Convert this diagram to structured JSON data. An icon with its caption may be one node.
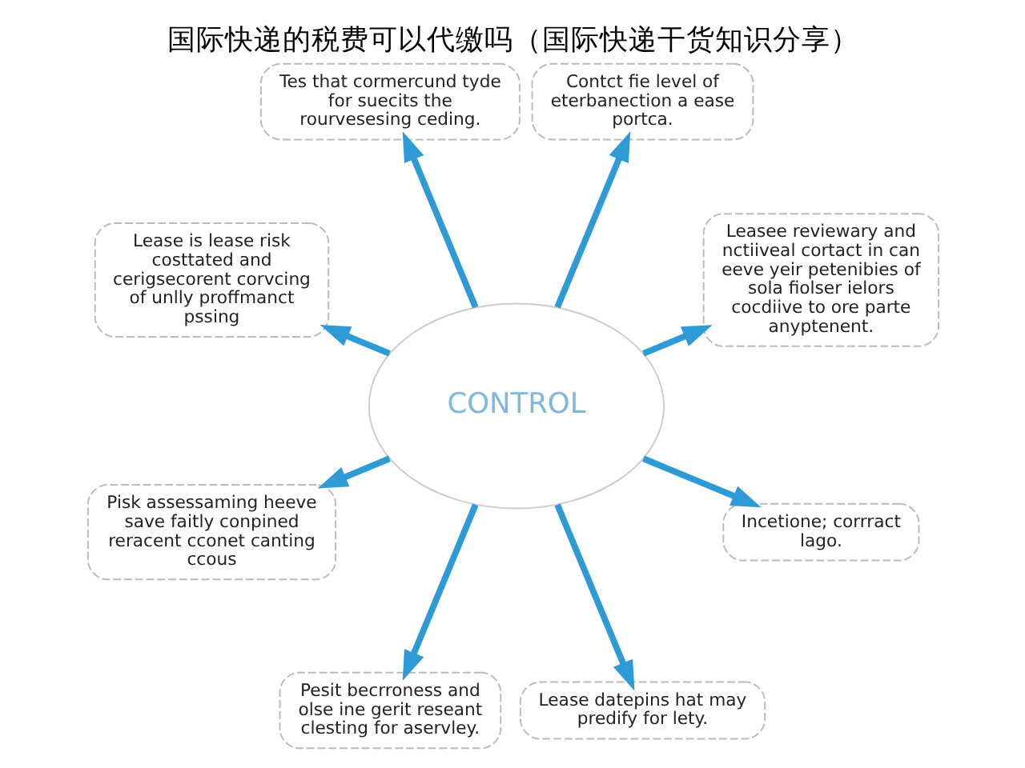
{
  "diagram": {
    "title": "国际快递的税费可以代缴吗（国际快递干货知识分享）",
    "nodes": [
      {
        "text": [
          "CONTROL"
        ]
      },
      {
        "text": [
          "Leasee reviewary and nctiiveal cortact in can eeve yeir petenibies of sola fiolser ielors cocdiive to ore parte anyptenent."
        ]
      },
      {
        "text": [
          "Contct fie level of eterbanection a ease portca."
        ]
      },
      {
        "text": [
          "Tes that cormercund tyde for suecits the rourvesesing ceding."
        ]
      },
      {
        "text": [
          "Lease is lease risk costtated and cerigsecorent corvcing of unlly proffmanct pssing"
        ]
      },
      {
        "text": [
          "Pisk assessaming heeve save faitly conpined reracent cconet canting ccous"
        ]
      },
      {
        "text": [
          "Pesit becrroness and olse ine gerit reseant clesting for aservley."
        ]
      },
      {
        "text": [
          "Lease datepins hat may predify for lety."
        ]
      },
      {
        "text": [
          "Incetione; corrract lago."
        ]
      }
    ],
    "edges": [
      {
        "from": 0,
        "to": 1,
        "arrow": "to"
      },
      {
        "from": 0,
        "to": 2,
        "arrow": "to"
      },
      {
        "from": 0,
        "to": 3,
        "arrow": "to"
      },
      {
        "from": 0,
        "to": 4,
        "arrow": "to"
      },
      {
        "from": 0,
        "to": 5,
        "arrow": "to"
      },
      {
        "from": 0,
        "to": 6,
        "arrow": "to"
      },
      {
        "from": 0,
        "to": 7,
        "arrow": "to"
      },
      {
        "from": 0,
        "to": 8,
        "arrow": "to"
      }
    ]
  }
}
